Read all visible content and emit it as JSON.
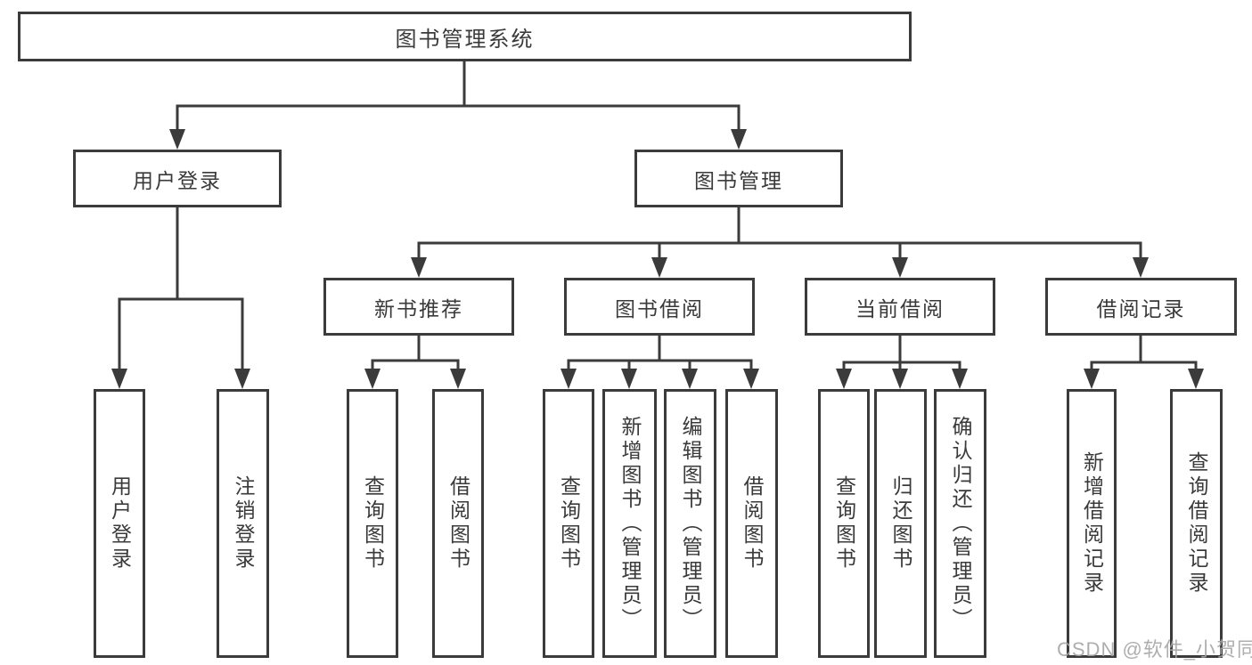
{
  "diagram": {
    "root": {
      "label": "图书管理系统"
    },
    "level2": [
      {
        "label": "用户登录",
        "children": [
          {
            "label": "用户登录"
          },
          {
            "label": "注销登录"
          }
        ]
      },
      {
        "label": "图书管理",
        "sections": [
          {
            "label": "新书推荐",
            "children": [
              {
                "label": "查询图书"
              },
              {
                "label": "借阅图书"
              }
            ]
          },
          {
            "label": "图书借阅",
            "children": [
              {
                "label": "查询图书"
              },
              {
                "label": "新增图书（管理员）"
              },
              {
                "label": "编辑图书（管理员）"
              },
              {
                "label": "借阅图书"
              }
            ]
          },
          {
            "label": "当前借阅",
            "children": [
              {
                "label": "查询图书"
              },
              {
                "label": "归还图书"
              },
              {
                "label": "确认归还（管理员）"
              }
            ]
          },
          {
            "label": "借阅记录",
            "children": [
              {
                "label": "新增借阅记录"
              },
              {
                "label": "查询借阅记录"
              }
            ]
          }
        ]
      }
    ]
  },
  "watermark": {
    "text": "CSDN @软件_小贺同学"
  },
  "colors": {
    "line": "#3b3b3b",
    "text": "#3a3a3a",
    "background": "#ffffff",
    "watermark": "#a5a5a5"
  }
}
